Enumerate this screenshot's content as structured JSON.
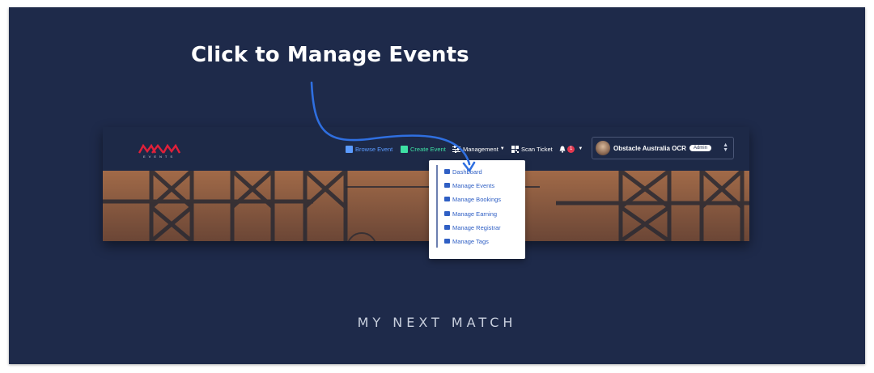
{
  "headline": "Click to Manage Events",
  "footer_title": "MY NEXT MATCH",
  "logo": {
    "text": "MAM",
    "subtext": "EVENTS"
  },
  "nav": {
    "browse_event": "Browse Event",
    "create_event": "Create Event",
    "management": "Management",
    "scan_ticket": "Scan Ticket",
    "notifications_count": "1"
  },
  "user": {
    "name": "Obstacle Australia OCR",
    "role": "Admin"
  },
  "dropdown": {
    "items": [
      {
        "label": "Dashboard",
        "icon": "gauge-icon"
      },
      {
        "label": "Manage Events",
        "icon": "calendar-icon"
      },
      {
        "label": "Manage Bookings",
        "icon": "ticket-icon"
      },
      {
        "label": "Manage Earning",
        "icon": "credit-card-icon"
      },
      {
        "label": "Manage Registrar",
        "icon": "copy-icon"
      },
      {
        "label": "Manage Tags",
        "icon": "user-tag-icon"
      }
    ]
  },
  "colors": {
    "background": "#1e2a4a",
    "navbar": "#1d2947",
    "accent_blue": "#5b9bff",
    "accent_green": "#3ee0a4",
    "link_blue": "#2f5fc4",
    "badge_red": "#e53950",
    "arrow": "#2f6fe0"
  }
}
